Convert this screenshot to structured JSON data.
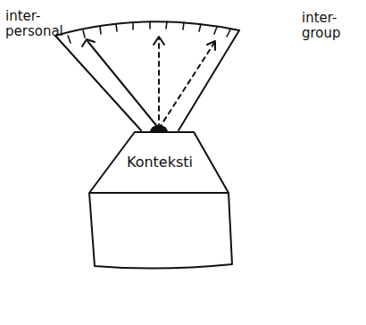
{
  "diagram": {
    "nodes": [
      {
        "text": [
          "Konteksti"
        ]
      }
    ],
    "labels": [
      "inter- personal",
      "inter- group"
    ]
  }
}
